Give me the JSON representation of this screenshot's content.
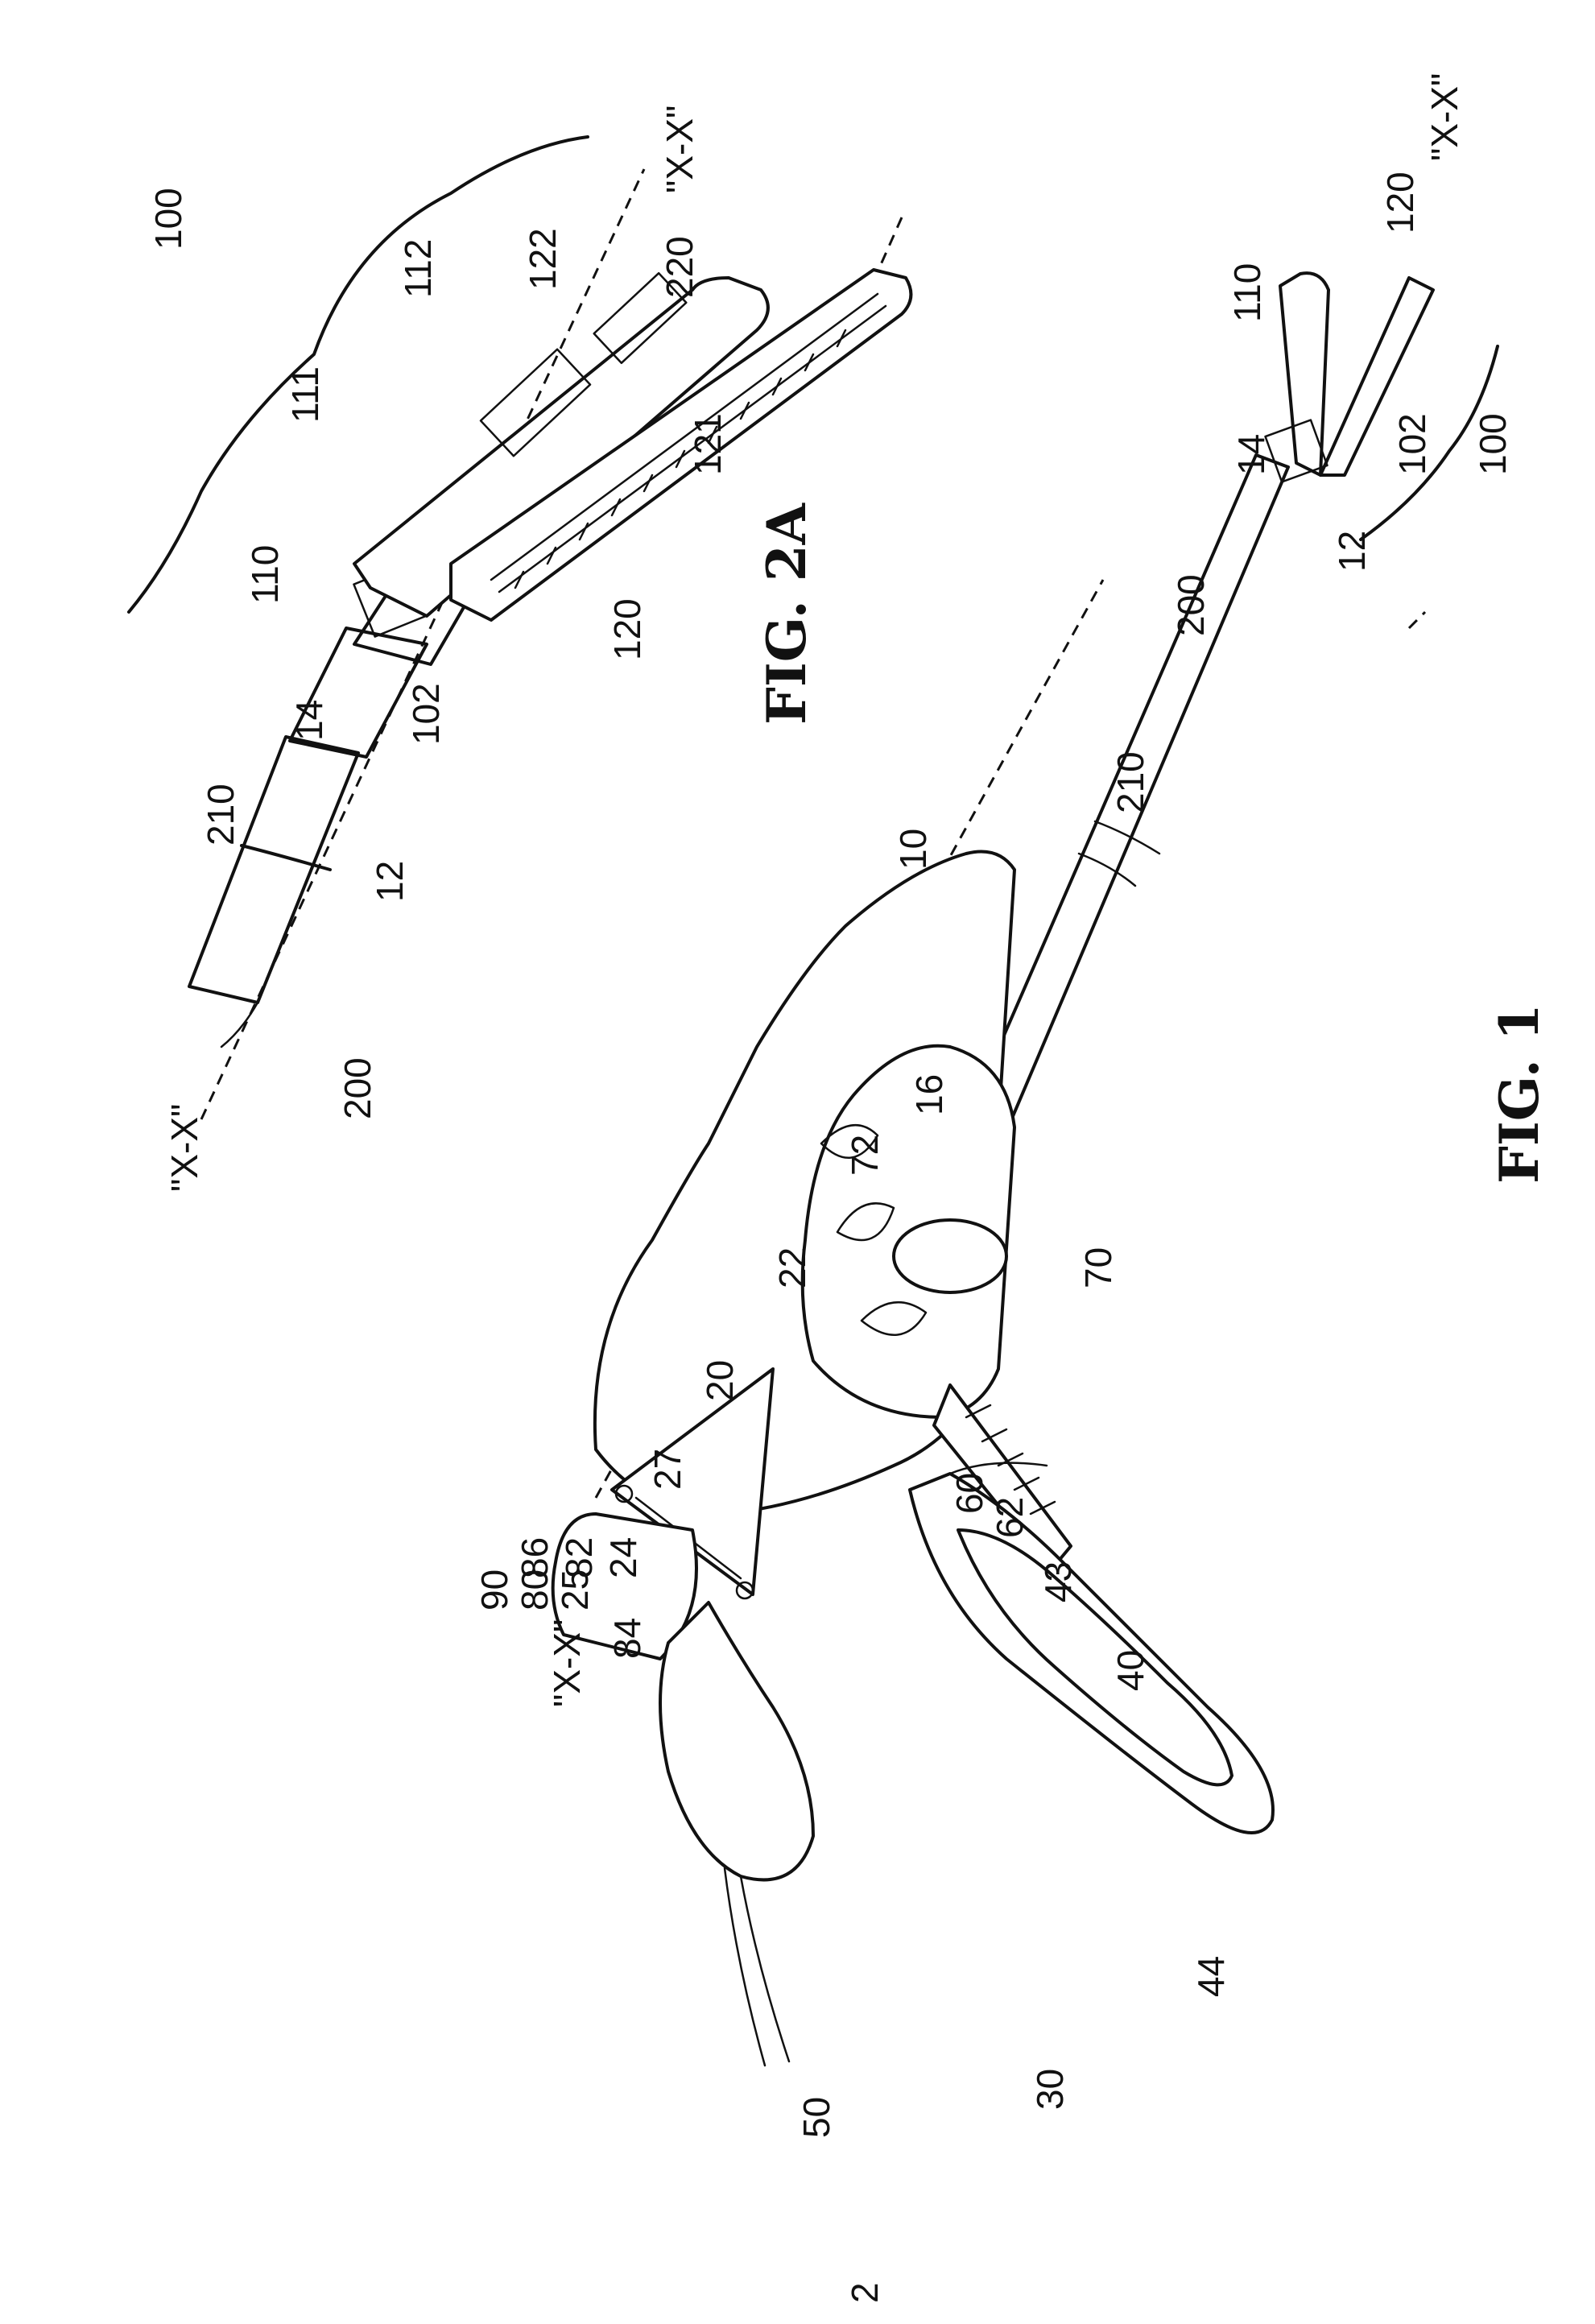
{
  "figures": [
    {
      "id": "fig-1",
      "caption": "FIG. 1"
    },
    {
      "id": "fig-2a",
      "caption": "FIG. 2A"
    }
  ],
  "reference_numerals": {
    "fig2a": [
      "200",
      "210",
      "14",
      "12",
      "102",
      "110",
      "111",
      "112",
      "100",
      "122",
      "121",
      "120",
      "220"
    ],
    "fig1": [
      "10",
      "72",
      "16",
      "22",
      "70",
      "20",
      "27",
      "24",
      "82",
      "86",
      "60",
      "62",
      "43",
      "40",
      "44",
      "30",
      "50",
      "2",
      "90",
      "80",
      "25",
      "84",
      "210",
      "200",
      "14",
      "12",
      "110",
      "102",
      "120",
      "100"
    ]
  },
  "axis_labels": {
    "fig2a_left": "\"X-X\"",
    "fig2a_right": "\"X-X\"",
    "fig1_left": "\"X-X\"",
    "fig1_right": "\"X-X\""
  }
}
